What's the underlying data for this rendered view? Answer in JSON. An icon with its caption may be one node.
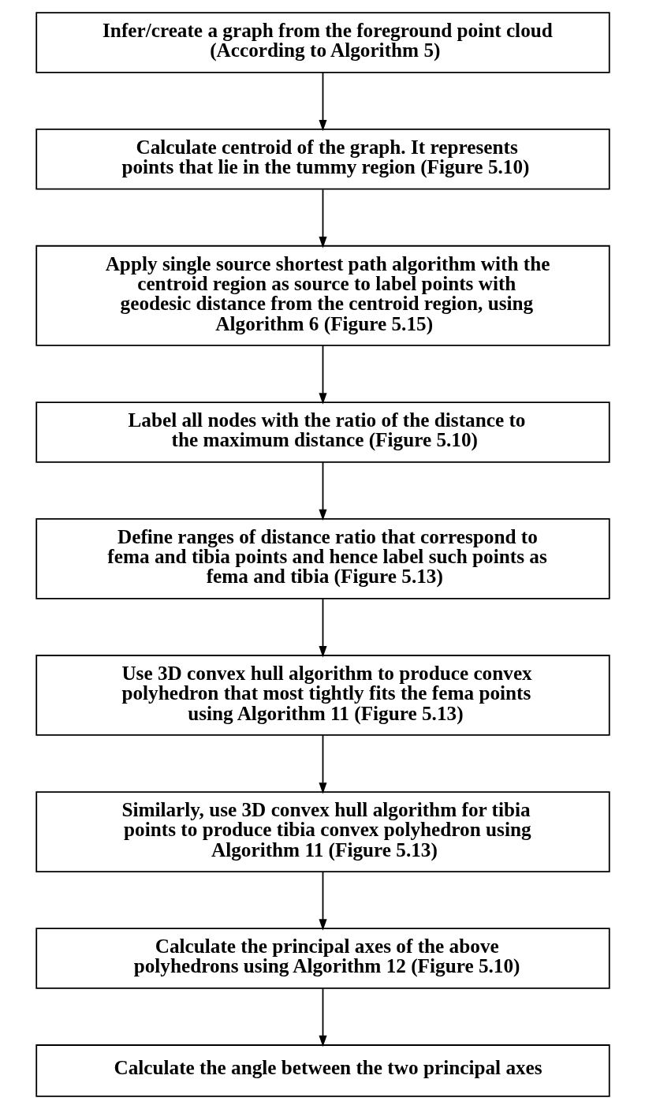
{
  "diagram": {
    "nodes": [
      {
        "text": [
          "Infer/create a graph from the foreground point cloud (According to Algorithm 5)"
        ]
      },
      {
        "text": [
          "Calculate centroid of the graph. It represents points that lie in the tummy region (Figure 5.10)"
        ]
      },
      {
        "text": [
          "Apply single source shortest path algorithm with the centroid region as source to label points with geodesic distance from the centroid region, using Algorithm 6 (Figure 5.15)"
        ]
      },
      {
        "text": [
          "Label all nodes with the ratio of the distance to the maximum distance (Figure 5.10)"
        ]
      },
      {
        "text": [
          "Define ranges of distance ratio that correspond to fema and tibia points and hence label such points as fema and tibia (Figure 5.13)"
        ]
      },
      {
        "text": [
          "Use 3D convex hull algorithm to produce convex polyhedron that most tightly fits the fema points using Algorithm 11 (Figure 5.13)"
        ]
      },
      {
        "text": [
          "Similarly, use 3D convex hull algorithm for tibia points to produce tibia convex polyhedron using Algorithm 11 (Figure 5.13)"
        ]
      },
      {
        "text": [
          "Calculate the principal axes of the above polyhedrons using Algorithm 12 (Figure 5.10)"
        ]
      },
      {
        "text": [
          "Calculate the angle between the two principal axes"
        ]
      }
    ],
    "edges": [
      {
        "from": 0,
        "to": 1,
        "arrow": "to"
      },
      {
        "from": 1,
        "to": 2,
        "arrow": "to"
      },
      {
        "from": 2,
        "to": 3,
        "arrow": "to"
      },
      {
        "from": 3,
        "to": 4,
        "arrow": "to"
      },
      {
        "from": 4,
        "to": 5,
        "arrow": "to"
      },
      {
        "from": 5,
        "to": 6,
        "arrow": "to"
      },
      {
        "from": 6,
        "to": 7,
        "arrow": "to"
      },
      {
        "from": 7,
        "to": 8,
        "arrow": "to"
      }
    ]
  }
}
